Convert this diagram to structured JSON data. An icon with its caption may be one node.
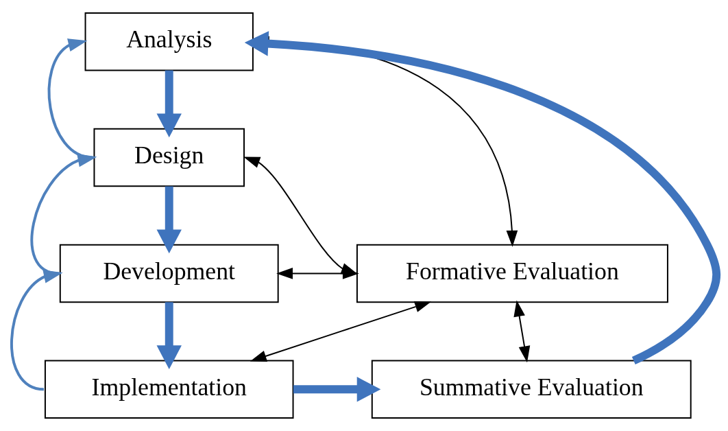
{
  "diagram": {
    "nodes": [
      {
        "text": [
          "Analysis"
        ]
      },
      {
        "text": [
          "Design"
        ]
      },
      {
        "text": [
          "Development"
        ]
      },
      {
        "text": [
          "Implementation"
        ]
      },
      {
        "text": [
          "Formative Evaluation"
        ]
      },
      {
        "text": [
          "Summative Evaluation"
        ]
      }
    ],
    "edges": [
      {
        "from": 0,
        "to": 1,
        "arrow": "to",
        "style": "thick",
        "color": "#3f74bd"
      },
      {
        "from": 1,
        "to": 2,
        "arrow": "to",
        "style": "thick",
        "color": "#3f74bd"
      },
      {
        "from": 2,
        "to": 3,
        "arrow": "to",
        "style": "thick",
        "color": "#3f74bd"
      },
      {
        "from": 3,
        "to": 5,
        "arrow": "to",
        "style": "thick",
        "color": "#3f74bd"
      },
      {
        "from": 5,
        "to": 0,
        "arrow": "to",
        "style": "thick",
        "color": "#3f74bd"
      },
      {
        "from": 1,
        "to": 0,
        "arrow": "to",
        "color": "#4f81bd"
      },
      {
        "from": 2,
        "to": 1,
        "arrow": "to",
        "color": "#4f81bd"
      },
      {
        "from": 3,
        "to": 2,
        "arrow": "to",
        "color": "#4f81bd"
      },
      {
        "from": 0,
        "to": 4,
        "arrow": "both",
        "color": "#000000"
      },
      {
        "from": 1,
        "to": 4,
        "arrow": "both",
        "color": "#000000"
      },
      {
        "from": 2,
        "to": 4,
        "arrow": "both",
        "color": "#000000"
      },
      {
        "from": 3,
        "to": 4,
        "arrow": "both",
        "color": "#000000"
      },
      {
        "from": 4,
        "to": 5,
        "arrow": "both",
        "color": "#000000"
      }
    ]
  }
}
